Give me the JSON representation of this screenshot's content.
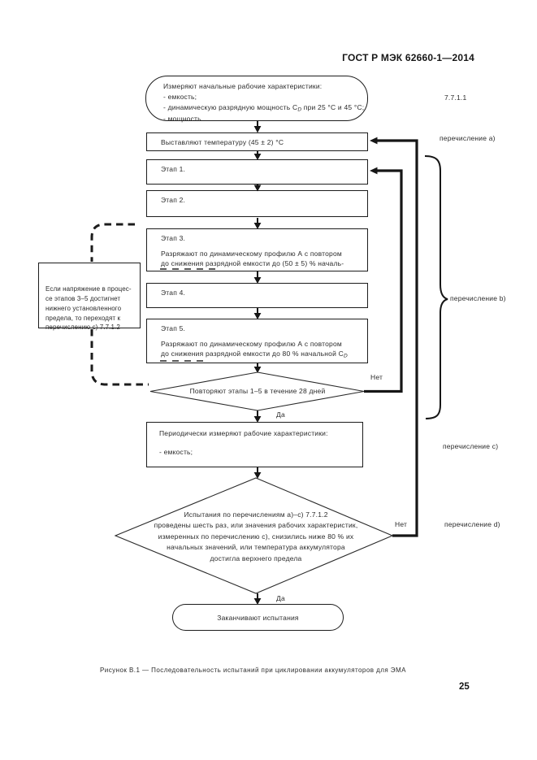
{
  "page": {
    "header": "ГОСТ Р МЭК 62660-1—2014",
    "caption": "Рисунок В.1 — Последовательность испытаний при циклировании аккумуляторов для ЭМА",
    "page_number": "25"
  },
  "annotations": {
    "ref": "7.7.1.1",
    "enum_a": "перечисление a)",
    "enum_b": "перечисление b)",
    "enum_c": "перечисление c)",
    "enum_d": "перечисление d)"
  },
  "flowchart": {
    "start": {
      "line1": "Измеряют начальные рабочие характеристики:",
      "line2": "- емкость;",
      "line3_pre": "- динамическую разрядную мощность С",
      "line3_sub": "D",
      "line3_post": " при 25 °С и 45 °С;",
      "line4": "- мощность"
    },
    "set_temp": "Выставляют температуру (45 ± 2) °С",
    "stage1": "Этап 1.",
    "stage2": "Этап 2.",
    "stage3": {
      "title": "Этап 3.",
      "line1": "Разряжают по динамическому профилю А с повтором",
      "line2": "до снижения разрядной емкости до (50 ± 5) % началь-"
    },
    "stage4": "Этап 4.",
    "stage5": {
      "title": "Этап 5.",
      "line1": "Разряжают по динамическому профилю А с повтором",
      "line2_pre": "до снижения разрядной емкости до 80 % начальной С",
      "line2_sub": "D"
    },
    "note": {
      "line1": "Если напряжение в процес-",
      "line2": "се этапов 3–5 достигнет",
      "line3": "нижнего установленного",
      "line4": "предела, то переходят к",
      "line5": "перечислению c) 7.7.1.2"
    },
    "repeat_decision": "Повторяют этапы 1–5 в течение 28 дней",
    "measure_box": {
      "line1": "Периодически измеряют рабочие характеристики:",
      "line2": "- емкость;"
    },
    "final_decision": {
      "line1": "Испытания по перечислениям a)–c) 7.7.1.2",
      "line2": "проведены шесть раз, или значения рабочих характеристик,",
      "line3": "измеренных по перечислению c), снизились ниже 80 % их",
      "line4": "начальных значений, или температура аккумулятора",
      "line5": "достигла верхнего предела"
    },
    "end": "Заканчивают испытания",
    "labels": {
      "no_repeat": "Нет",
      "yes_repeat": "Да",
      "no_final": "Нет",
      "yes_final": "Да"
    }
  },
  "colors": {
    "ink": "#1c1c1c",
    "paper": "#ffffff"
  }
}
